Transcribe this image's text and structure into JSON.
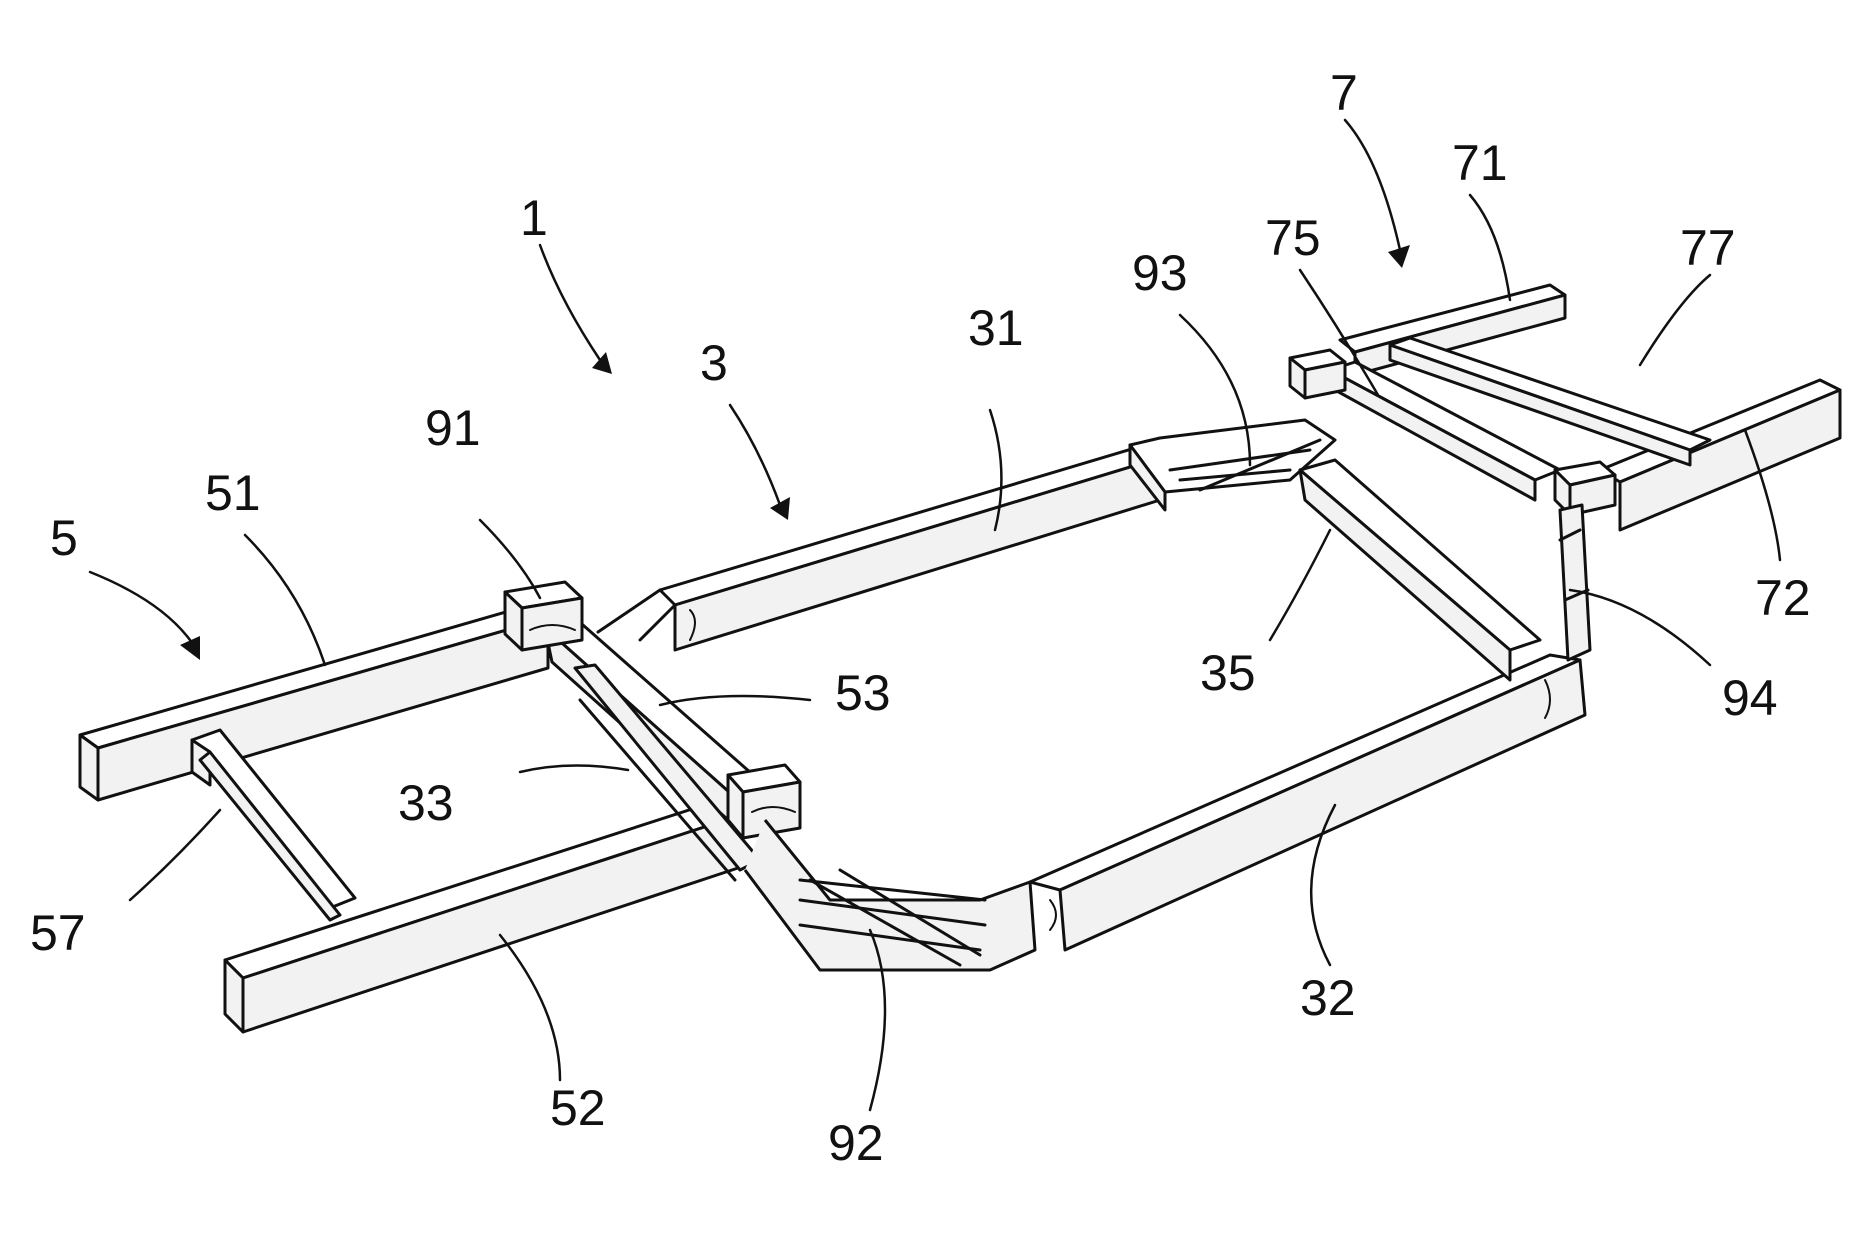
{
  "reference_numerals": {
    "n1": "1",
    "n3": "3",
    "n5": "5",
    "n7": "7",
    "n31": "31",
    "n32": "32",
    "n33": "33",
    "n35": "35",
    "n51": "51",
    "n52": "52",
    "n53": "53",
    "n57": "57",
    "n71": "71",
    "n72": "72",
    "n75": "75",
    "n77": "77",
    "n91": "91",
    "n92": "92",
    "n93": "93",
    "n94": "94"
  },
  "colors": {
    "ink": "#111111",
    "paper": "#ffffff"
  }
}
